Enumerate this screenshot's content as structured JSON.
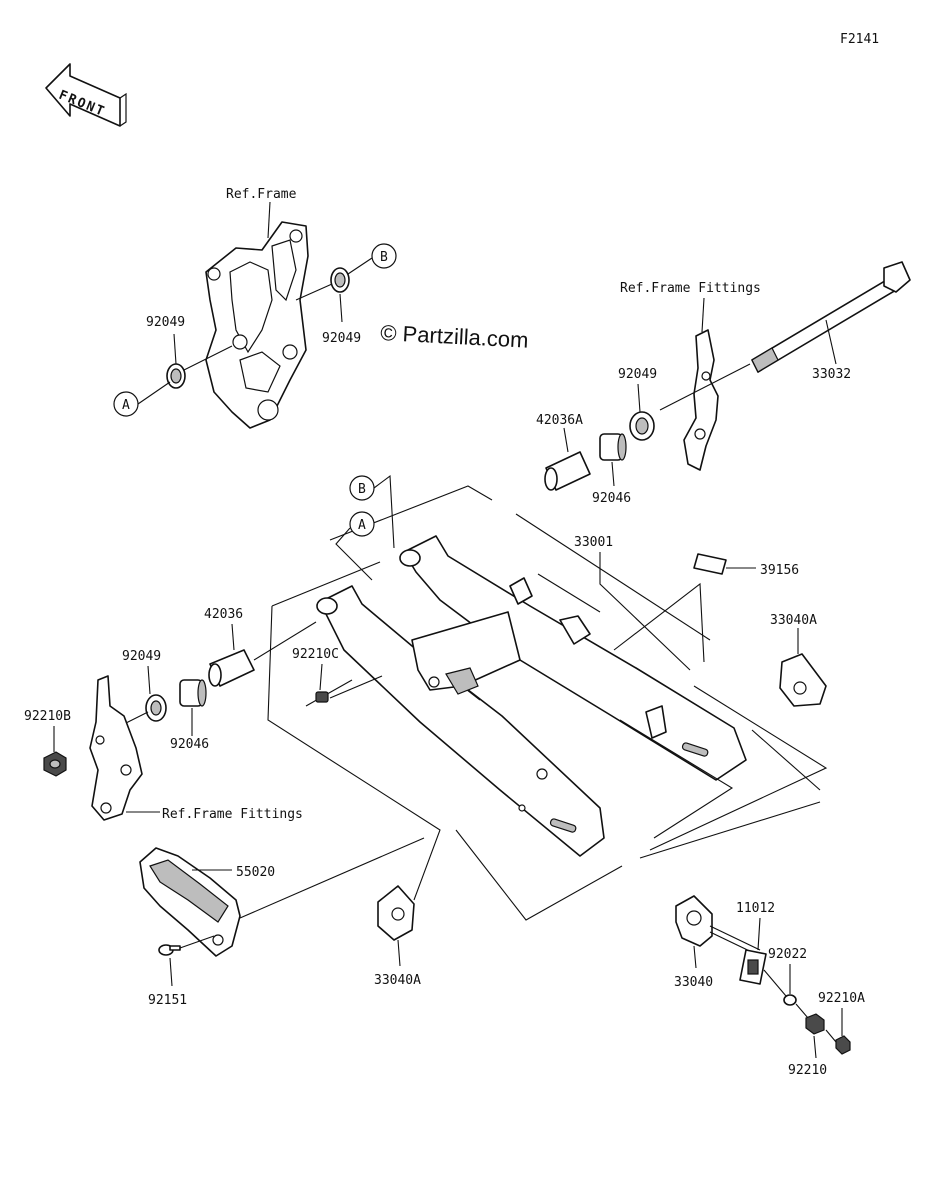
{
  "figure_code": "F2141",
  "front_arrow": "FRONT",
  "watermark": "© Partzilla.com",
  "ref_labels": {
    "frame": "Ref.Frame",
    "frame_fittings_top": "Ref.Frame Fittings",
    "frame_fittings_left": "Ref.Frame Fittings"
  },
  "callouts": {
    "A_top": "A",
    "B_top": "B",
    "A_mid": "A",
    "B_mid": "B"
  },
  "parts": {
    "p92049_a": "92049",
    "p92049_b": "92049",
    "p92049_c": "92049",
    "p92049_d": "92049",
    "p33032": "33032",
    "p42036A": "42036A",
    "p92046_a": "92046",
    "p92046_b": "92046",
    "p33001": "33001",
    "p39156": "39156",
    "p33040A_a": "33040A",
    "p33040A_b": "33040A",
    "p42036": "42036",
    "p92210C": "92210C",
    "p92210B": "92210B",
    "p55020": "55020",
    "p92151": "92151",
    "p11012": "11012",
    "p92022": "92022",
    "p33040": "33040",
    "p92210A": "92210A",
    "p92210": "92210"
  }
}
